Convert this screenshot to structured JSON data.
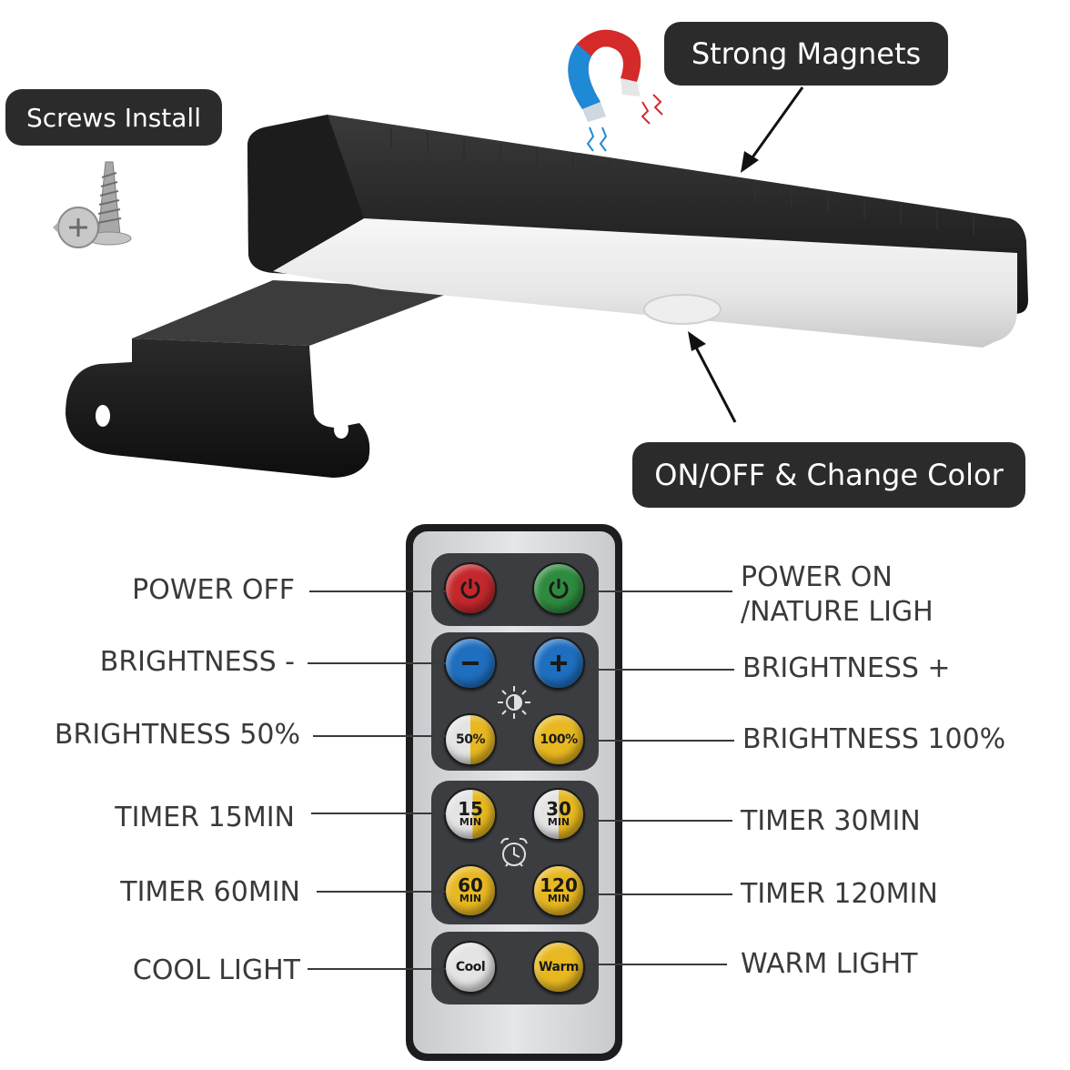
{
  "callouts": {
    "strong_magnets": "Strong Magnets",
    "screws_install": "Screws Install",
    "on_off_change_color": "ON/OFF & Change Color"
  },
  "remote": {
    "left_labels": [
      "POWER OFF",
      "BRIGHTNESS -",
      "BRIGHTNESS 50%",
      "TIMER 15MIN",
      "TIMER 60MIN",
      "COOL LIGHT"
    ],
    "right_labels": {
      "power_on_line1": "POWER ON",
      "power_on_line2": "/NATURE LIGH",
      "brightness_plus": "BRIGHTNESS +",
      "brightness_100": "BRIGHTNESS 100%",
      "timer_30": "TIMER 30MIN",
      "timer_120": "TIMER 120MIN",
      "warm_light": "WARM LIGHT"
    },
    "buttons": {
      "b50": "50%",
      "b100": "100%",
      "t15_num": "15",
      "t15_unit": "MIN",
      "t30_num": "30",
      "t30_unit": "MIN",
      "t60_num": "60",
      "t60_unit": "MIN",
      "t120_num": "120",
      "t120_unit": "MIN",
      "cool": "Cool",
      "warm": "Warm"
    },
    "icons": {
      "power": "power-icon",
      "minus": "minus-icon",
      "plus": "plus-icon",
      "brightness": "sun-brightness-icon",
      "alarm": "alarm-clock-icon"
    }
  },
  "colors": {
    "red_button": "#c4282c",
    "green_button": "#2e8b3e",
    "blue_button": "#1f6fc0",
    "yellow_button": "#e8b820",
    "cool_button": "#e4e4e4",
    "remote_body": "#d6d8dc",
    "callout_bg": "#2b2b2b"
  }
}
